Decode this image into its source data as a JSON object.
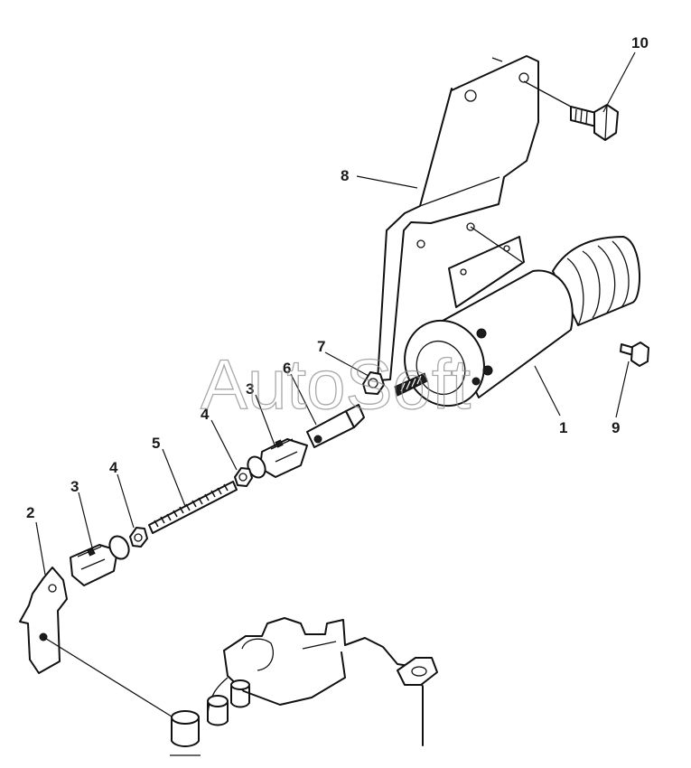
{
  "watermark": "AutoSoft",
  "callouts": {
    "c1": "1",
    "c2": "2",
    "c3a": "3",
    "c3b": "3",
    "c4a": "4",
    "c4b": "4",
    "c5": "5",
    "c6": "6",
    "c7": "7",
    "c8": "8",
    "c9": "9",
    "c10": "10"
  }
}
